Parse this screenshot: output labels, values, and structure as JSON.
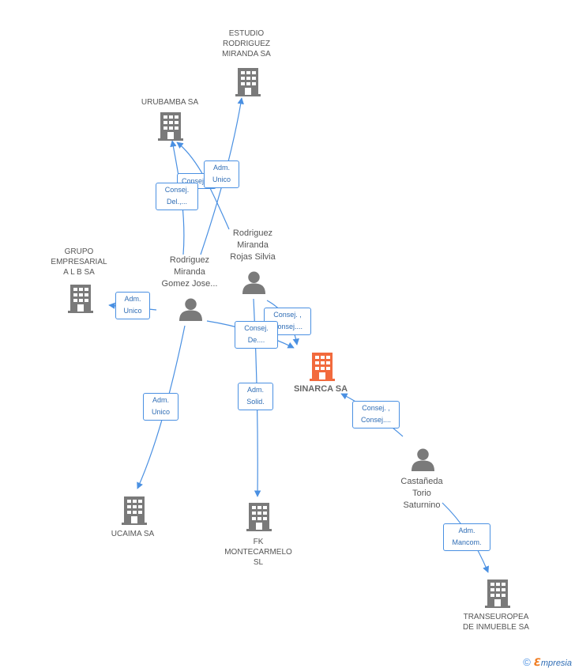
{
  "colors": {
    "edge": "#4a90e2",
    "building": "#7a7a7a",
    "main_building": "#f26a3d",
    "person": "#7a7a7a"
  },
  "companies": {
    "estudio": "ESTUDIO\nRODRIGUEZ\nMIRANDA SA",
    "urubamba": "URUBAMBA SA",
    "grupo": "GRUPO\nEMPRESARIAL\nA L B SA",
    "sinarca": "SINARCA SA",
    "ucaima": "UCAIMA SA",
    "fk": "FK\nMONTECARMELO\nSL",
    "transeuropea": "TRANSEUROPEA\nDE INMUEBLE SA"
  },
  "persons": {
    "rodriguez_jose": "Rodriguez\nMiranda\nGomez Jose...",
    "rodriguez_silvia": "Rodriguez\nMiranda\nRojas Silvia",
    "castaneda": "Castañeda\nTorio\nSaturnino"
  },
  "edge_labels": {
    "consej_uru_back": "Consej....",
    "adm_unico_estudio": "Adm.\nUnico",
    "consej_del_uru": "Consej.\nDel.,...",
    "adm_unico_grupo": "Adm.\nUnico",
    "consej_silvia_sinarca": "Consej. ,\nConsej....",
    "consej_del_jose_sinarca": "Consej.\nDe....",
    "adm_solid": "Adm.\nSolid.",
    "adm_unico_ucaima": "Adm.\nUnico",
    "consej_castaneda": "Consej. ,\nConsej....",
    "adm_mancom": "Adm.\nMancom."
  },
  "footer": {
    "copyright": "©",
    "brand_e": "ℇ",
    "brand_rest": "mpresia"
  }
}
